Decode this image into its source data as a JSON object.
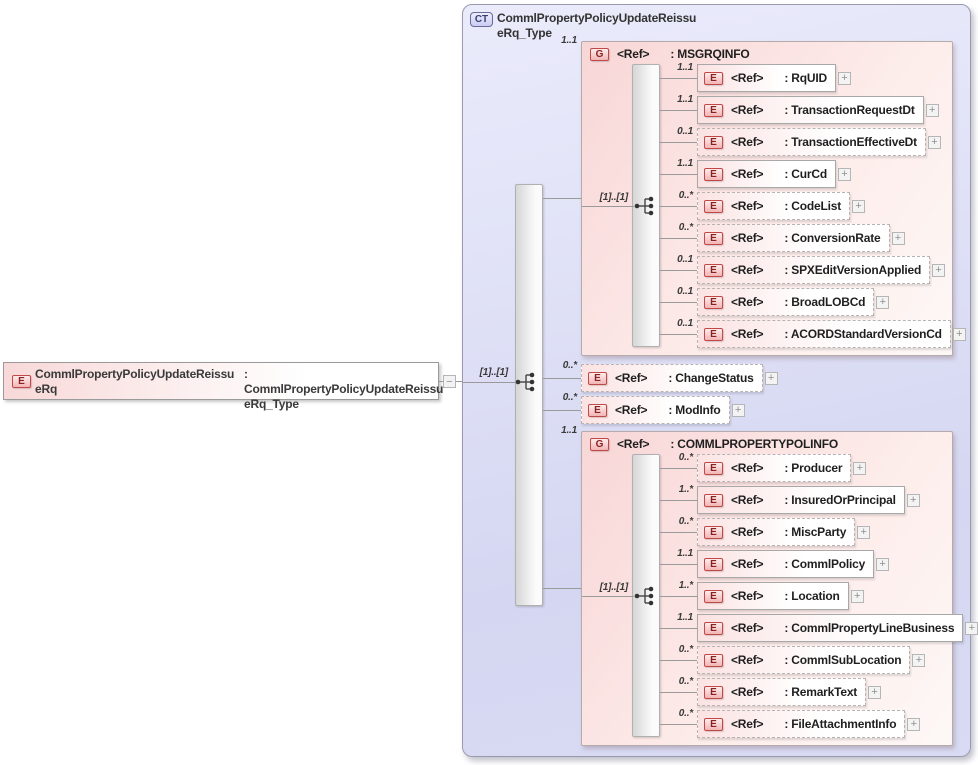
{
  "icons": {
    "expand": "+",
    "collapse": "−",
    "compositor": "sequence-icon"
  },
  "colors": {
    "complex_type_fill": "#d9dbf4",
    "group_fill": "#f8d6d6",
    "element_fill": "#fbe2e2",
    "badge_red_border": "#c24848",
    "badge_blue_border": "#6a6a9c",
    "connector": "#9a9a9a"
  },
  "root_element": {
    "badge": "E",
    "name": [
      "CommlPropertyPolicyUpdateReissu",
      "eRq"
    ],
    "type": [
      ": CommlPropertyPolicyUpdateReissu",
      "eRq_Type"
    ]
  },
  "complex_type": {
    "badge": "CT",
    "title": [
      "CommlPropertyPolicyUpdateReissu",
      "eRq_Type"
    ],
    "sequence_cardinality": "[1]..[1]",
    "children": [
      {
        "kind": "group",
        "badge": "G",
        "ref": "<Ref>",
        "name": ": MSGRQINFO",
        "cardinality": "1..1",
        "inner_cardinality": "[1]..[1]",
        "elements": [
          {
            "badge": "E",
            "ref": "<Ref>",
            "name": ": RqUID",
            "cardinality": "1..1",
            "optional": false
          },
          {
            "badge": "E",
            "ref": "<Ref>",
            "name": ": TransactionRequestDt",
            "cardinality": "1..1",
            "optional": false
          },
          {
            "badge": "E",
            "ref": "<Ref>",
            "name": ": TransactionEffectiveDt",
            "cardinality": "0..1",
            "optional": true
          },
          {
            "badge": "E",
            "ref": "<Ref>",
            "name": ": CurCd",
            "cardinality": "1..1",
            "optional": false
          },
          {
            "badge": "E",
            "ref": "<Ref>",
            "name": ": CodeList",
            "cardinality": "0..*",
            "optional": true
          },
          {
            "badge": "E",
            "ref": "<Ref>",
            "name": ": ConversionRate",
            "cardinality": "0..*",
            "optional": true
          },
          {
            "badge": "E",
            "ref": "<Ref>",
            "name": ": SPXEditVersionApplied",
            "cardinality": "0..1",
            "optional": true
          },
          {
            "badge": "E",
            "ref": "<Ref>",
            "name": ": BroadLOBCd",
            "cardinality": "0..1",
            "optional": true
          },
          {
            "badge": "E",
            "ref": "<Ref>",
            "name": ": ACORDStandardVersionCd",
            "cardinality": "0..1",
            "optional": true
          }
        ]
      },
      {
        "kind": "element",
        "badge": "E",
        "ref": "<Ref>",
        "name": ": ChangeStatus",
        "cardinality": "0..*",
        "optional": true
      },
      {
        "kind": "element",
        "badge": "E",
        "ref": "<Ref>",
        "name": ": ModInfo",
        "cardinality": "0..*",
        "optional": true
      },
      {
        "kind": "group",
        "badge": "G",
        "ref": "<Ref>",
        "name": ": COMMLPROPERTYPOLINFO",
        "cardinality": "1..1",
        "inner_cardinality": "[1]..[1]",
        "elements": [
          {
            "badge": "E",
            "ref": "<Ref>",
            "name": ": Producer",
            "cardinality": "0..*",
            "optional": true
          },
          {
            "badge": "E",
            "ref": "<Ref>",
            "name": ": InsuredOrPrincipal",
            "cardinality": "1..*",
            "optional": false
          },
          {
            "badge": "E",
            "ref": "<Ref>",
            "name": ": MiscParty",
            "cardinality": "0..*",
            "optional": true
          },
          {
            "badge": "E",
            "ref": "<Ref>",
            "name": ": CommlPolicy",
            "cardinality": "1..1",
            "optional": false
          },
          {
            "badge": "E",
            "ref": "<Ref>",
            "name": ": Location",
            "cardinality": "1..*",
            "optional": false
          },
          {
            "badge": "E",
            "ref": "<Ref>",
            "name": ": CommlPropertyLineBusiness",
            "cardinality": "1..1",
            "optional": false
          },
          {
            "badge": "E",
            "ref": "<Ref>",
            "name": ": CommlSubLocation",
            "cardinality": "0..*",
            "optional": true
          },
          {
            "badge": "E",
            "ref": "<Ref>",
            "name": ": RemarkText",
            "cardinality": "0..*",
            "optional": true
          },
          {
            "badge": "E",
            "ref": "<Ref>",
            "name": ": FileAttachmentInfo",
            "cardinality": "0..*",
            "optional": true
          }
        ]
      }
    ]
  }
}
